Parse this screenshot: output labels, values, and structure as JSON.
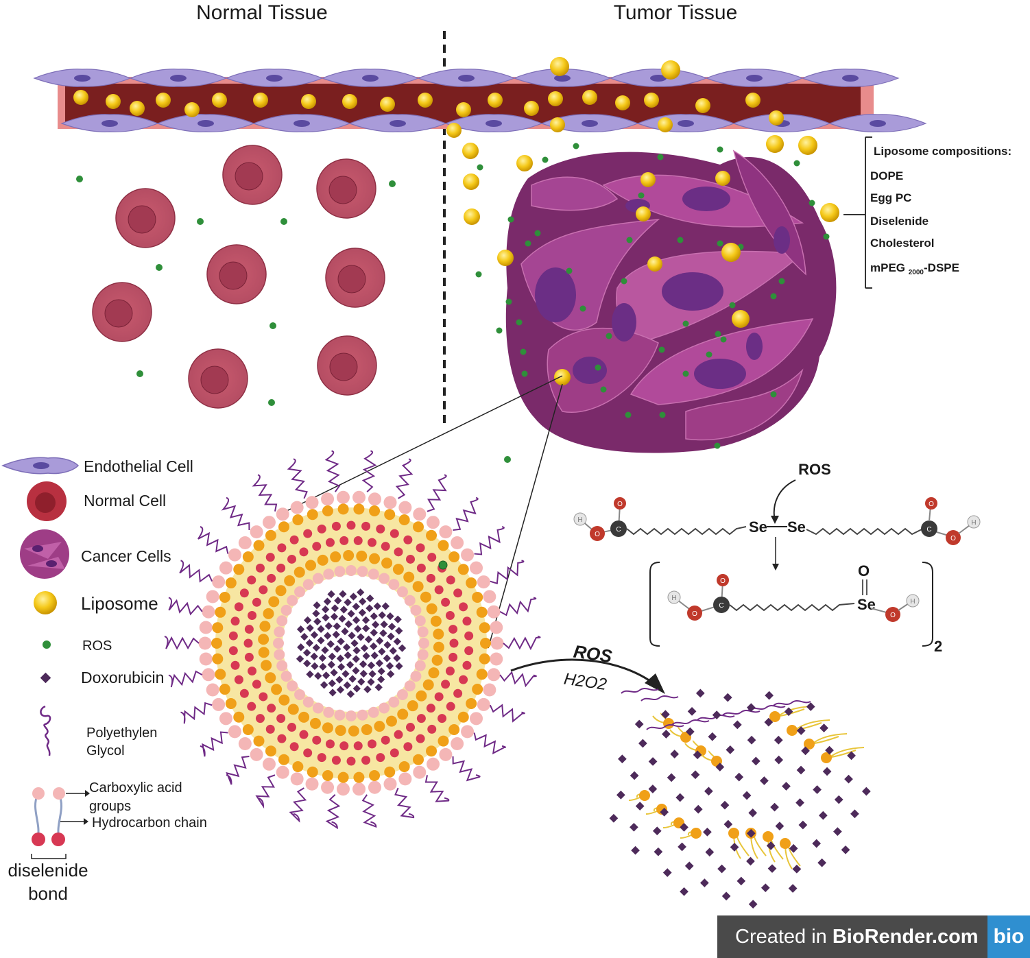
{
  "titles": {
    "normal": "Normal Tissue",
    "tumor": "Tumor Tissue"
  },
  "legend": {
    "endothelial": "Endothelial Cell",
    "normal_cell": "Normal Cell",
    "cancer_cells": "Cancer Cells",
    "liposome": "Liposome",
    "ros": "ROS",
    "doxorubicin": "Doxorubicin",
    "peg_line1": "Polyethylen",
    "peg_line2": "Glycol",
    "carboxylic_line1": "Carboxylic acid",
    "carboxylic_line2": "groups",
    "hydrocarbon": "Hydrocarbon chain",
    "diselenide_line1": "diselenide",
    "diselenide_line2": "bond"
  },
  "compositions": {
    "header": "Liposome compositions:",
    "items": [
      "DOPE",
      "Egg PC",
      "Diselenide",
      "Cholesterol"
    ],
    "mpeg_prefix": "mPEG ",
    "mpeg_sub": "2000",
    "mpeg_suffix": "-DSPE"
  },
  "reaction": {
    "ros_top": "ROS",
    "se": "Se",
    "o": "O",
    "subscript": "2",
    "arrow_ros": "ROS",
    "arrow_h2o2": "H2O2"
  },
  "badge": {
    "prefix": "Created in ",
    "brand": "BioRender.com",
    "logo": "bio"
  },
  "colors": {
    "vessel": "#7a1f1f",
    "vessel_edge": "#e07d7d",
    "endothelial": "#a99bd9",
    "normal_cell": "#c85a6e",
    "cancer": "#9e3d86",
    "liposome": "#f2c40f",
    "ros": "#2f8f3a",
    "doxorubicin": "#4d2a5a",
    "peg": "#6f2a86",
    "head_pink": "#f4b6b6",
    "head_orange": "#f0a018",
    "diselenide_red": "#d73853"
  }
}
